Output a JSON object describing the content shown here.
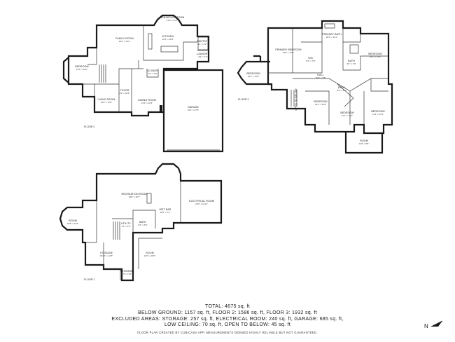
{
  "floors": [
    {
      "label": "FLOOR 2",
      "rooms": [
        {
          "id": "breakfast-room",
          "name": "BREAKFAST ROOM",
          "dim": "14'0\" x 11'1\""
        },
        {
          "id": "family-room",
          "name": "FAMILY ROOM",
          "dim": "20'6\" x 16'2\""
        },
        {
          "id": "kitchen",
          "name": "KITCHEN",
          "dim": "22'4\" x 18'2\""
        },
        {
          "id": "bedroom-f2",
          "name": "BEDROOM",
          "dim": "13'4\" x 11'6\""
        },
        {
          "id": "living-room",
          "name": "LIVING ROOM",
          "dim": "15'0\" x 12'6\""
        },
        {
          "id": "foyer",
          "name": "FOYER",
          "dim": "8'2\" x 16'8\""
        },
        {
          "id": "dining-room",
          "name": "DINING ROOM",
          "dim": "13'4\" x 12'6\""
        },
        {
          "id": "garage",
          "name": "GARAGE",
          "dim": "23'4\" x 27'6\""
        },
        {
          "id": "laundry",
          "name": "LAUNDRY",
          "dim": "9'2\" x 7'4\""
        },
        {
          "id": "pantry",
          "name": "PANTRY",
          "dim": "5'4\" x 4'2\""
        },
        {
          "id": "half-bath",
          "name": "1/2 BATH",
          "dim": "6'2\" x 4'8\""
        }
      ]
    },
    {
      "label": "FLOOR 3",
      "rooms": [
        {
          "id": "primary-bath",
          "name": "PRIMARY BATH",
          "dim": "20'2\" x 12'1\""
        },
        {
          "id": "primary-bedroom",
          "name": "PRIMARY BEDROOM",
          "dim": "19'8\" x 16'2\""
        },
        {
          "id": "bedroom-f3-a",
          "name": "BEDROOM",
          "dim": "13'2\" x 12'8\""
        },
        {
          "id": "bedroom-f3-b",
          "name": "BEDROOM",
          "dim": "15'1\" x 13'8\""
        },
        {
          "id": "bedroom-f3-c",
          "name": "BEDROOM",
          "dim": "13'2\" x 14'8\""
        },
        {
          "id": "bedroom-f3-d",
          "name": "BEDROOM",
          "dim": "11'1\" x 13'0\""
        },
        {
          "id": "bedroom-f3-e",
          "name": "BEDROOM",
          "dim": "11'4\" x 14'4\""
        },
        {
          "id": "hall",
          "name": "HALL",
          "dim": "20'4\" x 3'8\""
        },
        {
          "id": "bath-f3",
          "name": "BATH",
          "dim": "9'6\" x 7'0\""
        },
        {
          "id": "bath-f3-2",
          "name": "BATH",
          "dim": "8'8\" x 5'0\""
        },
        {
          "id": "open-below",
          "name": "OPEN TO BELOW",
          "dim": ""
        },
        {
          "id": "room-f3",
          "name": "ROOM",
          "dim": "11'8\" x 8'8\""
        },
        {
          "id": "wic",
          "name": "WIC",
          "dim": "8'4\" x 7'8\""
        }
      ]
    },
    {
      "label": "FLOOR 1",
      "rooms": [
        {
          "id": "recreation-room",
          "name": "RECREATION ROOM",
          "dim": "33'8\" x 30'7\""
        },
        {
          "id": "electrical-room",
          "name": "ELECTRICAL ROOM",
          "dim": "20'0\" x 11'11\""
        },
        {
          "id": "wet-bar",
          "name": "WET BAR",
          "dim": "10'0\" x 7'4\""
        },
        {
          "id": "room-f1-left",
          "name": "ROOM",
          "dim": "13'8\" x 14'6\""
        },
        {
          "id": "storage",
          "name": "STORAGE",
          "dim": "18'10\" x 12'8\""
        },
        {
          "id": "bath-f1",
          "name": "BATH",
          "dim": "8'4\" x 6'8\""
        },
        {
          "id": "utility",
          "name": "UTILITY",
          "dim": "7'6\" x 4'8\""
        },
        {
          "id": "room-f1-right",
          "name": "ROOM",
          "dim": "14'0\" x 15'0\""
        },
        {
          "id": "storage-2",
          "name": "STORAGE",
          "dim": "7'0\" x 7'10\""
        }
      ]
    }
  ],
  "summary": {
    "total": "TOTAL: 4675 sq. ft",
    "breakdown": "BELOW GROUND: 1157 sq. ft, FLOOR 2: 1586 sq. ft, FLOOR 3: 1932 sq. ft",
    "excluded": "EXCLUDED AREAS: STORAGE: 257 sq. ft, ELECTRICAL ROOM: 240 sq. ft, GARAGE: 685 sq. ft,",
    "excluded2": "LOW CEILING: 70 sq. ft, OPEN TO BELOW: 45 sq. ft"
  },
  "disclaimer": "FLOOR PLAN CREATED BY CUBICASA APP. MEASUREMENTS DEEMED HIGHLY RELIABLE BUT NOT GUARANTEED.",
  "compass": {
    "label": "N",
    "icon": "north-arrow-icon"
  }
}
